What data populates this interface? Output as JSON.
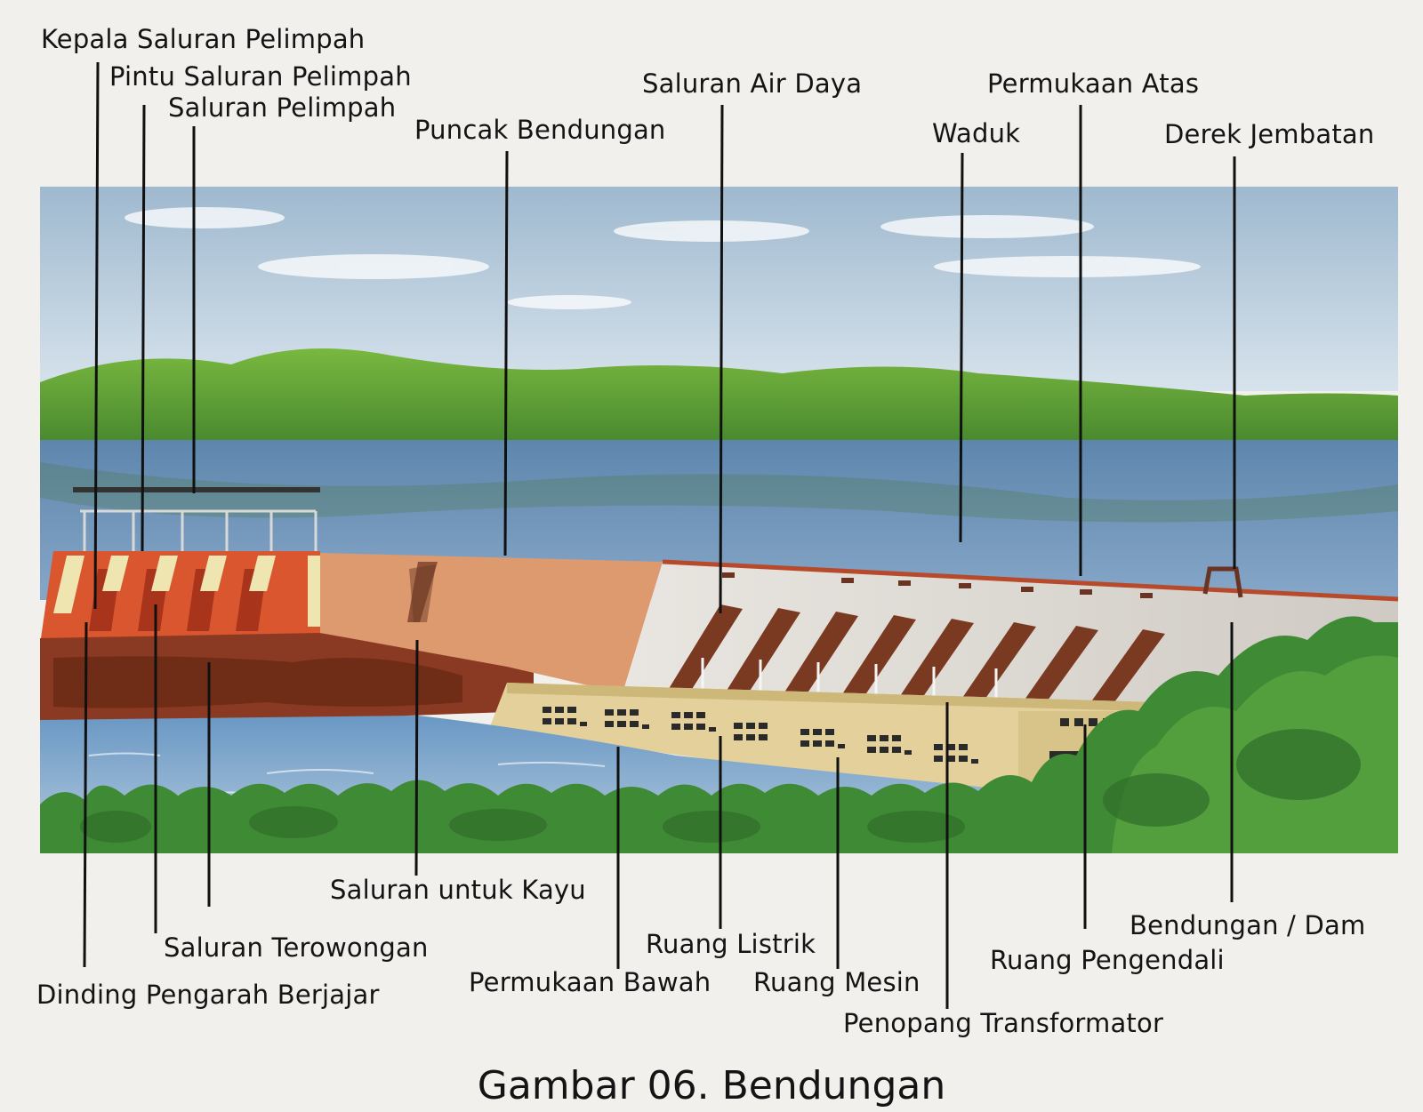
{
  "labels": {
    "kepala_saluran_pelimpah": "Kepala Saluran Pelimpah",
    "pintu_saluran_pelimpah": "Pintu Saluran Pelimpah",
    "saluran_pelimpah": "Saluran Pelimpah",
    "puncak_bendungan": "Puncak Bendungan",
    "saluran_air_daya": "Saluran Air Daya",
    "permukaan_atas": "Permukaan Atas",
    "waduk": "Waduk",
    "derek_jembatan": "Derek Jembatan",
    "saluran_untuk_kayu": "Saluran untuk Kayu",
    "saluran_terowongan": "Saluran Terowongan",
    "dinding_pengarah_berjajar": "Dinding Pengarah Berjajar",
    "permukaan_bawah": "Permukaan Bawah",
    "ruang_listrik": "Ruang Listrik",
    "ruang_mesin": "Ruang Mesin",
    "penopang_transformator": "Penopang Transformator",
    "ruang_pengendali": "Ruang Pengendali",
    "bendungan_dam": "Bendungan / Dam"
  },
  "caption": "Gambar 06. Bendungan",
  "colors": {
    "sky": "#b8cfe0",
    "hills": "#6cab3a",
    "reservoir": "#6f93b8",
    "dam_face": "#dcd8d2",
    "spillway": "#d9562e",
    "penstock": "#7a3a22",
    "powerhouse": "#e2cf96",
    "vegetation": "#3f8a35"
  }
}
